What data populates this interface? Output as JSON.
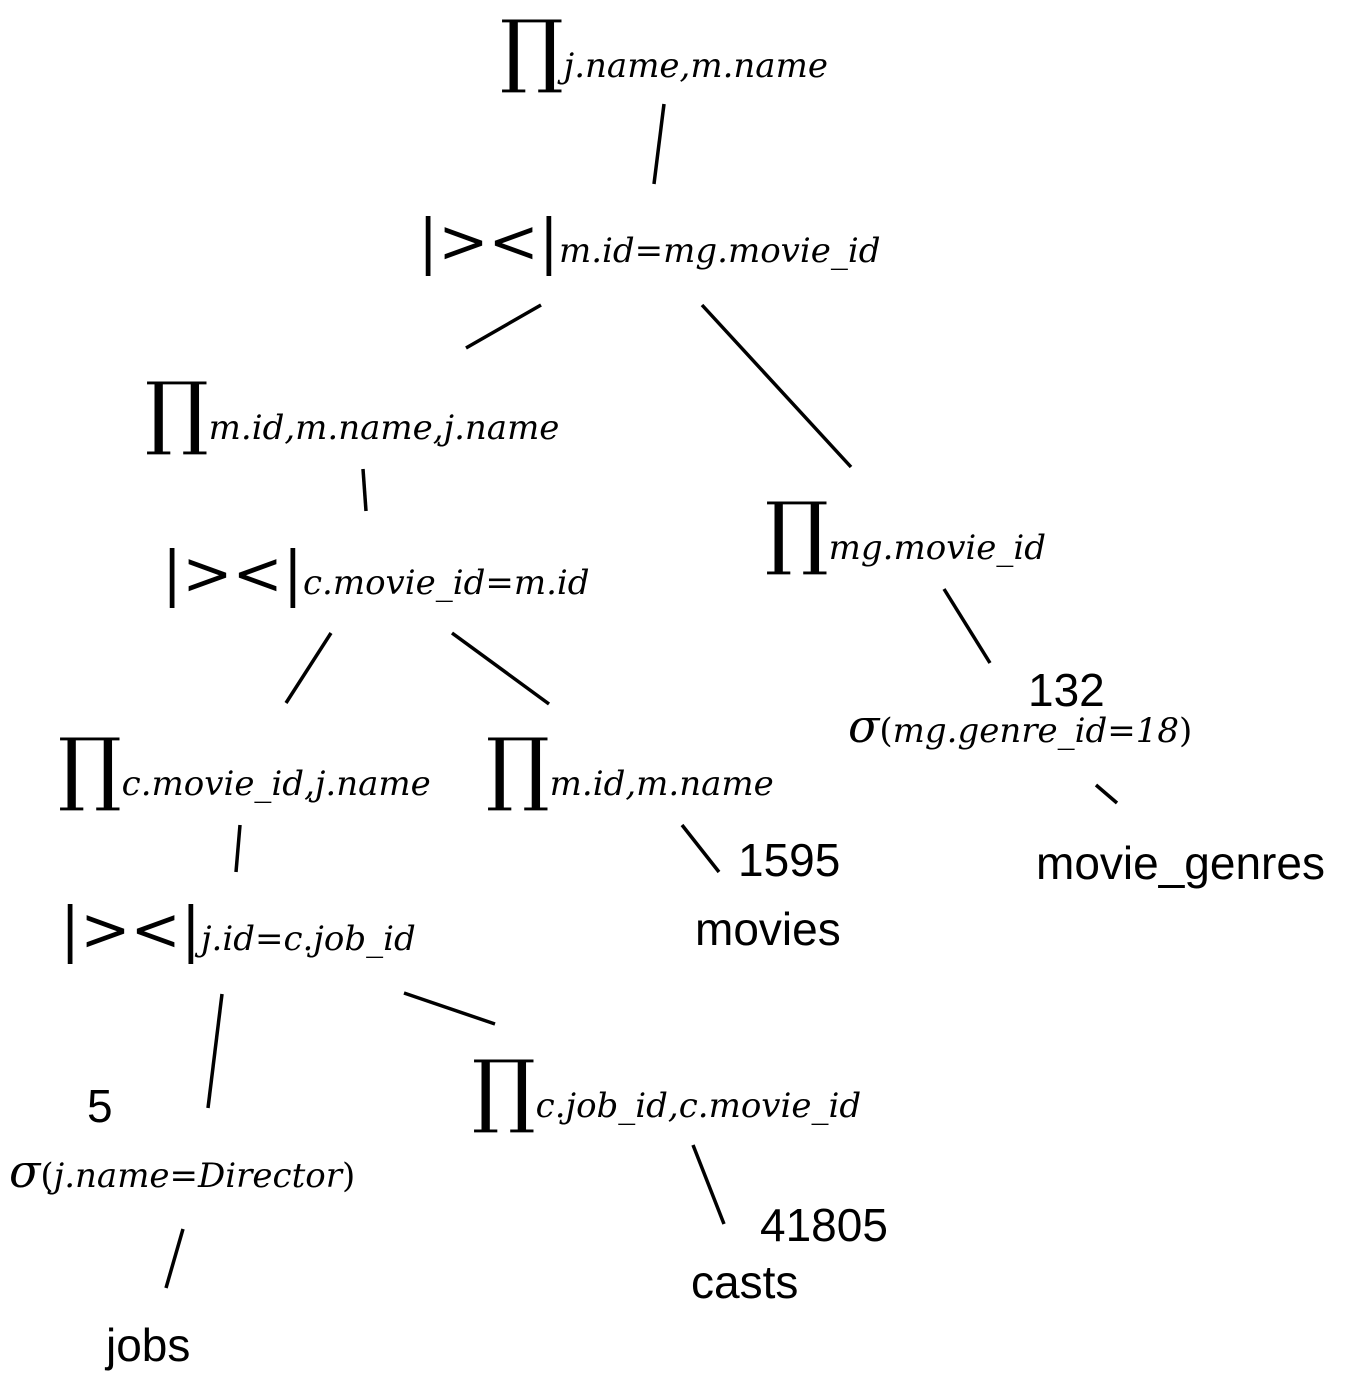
{
  "operators": {
    "project": "∏",
    "join": "|><|",
    "select": "σ"
  },
  "nodes": {
    "root_project": "j.name,m.name",
    "top_join": "m.id=mg.movie_id",
    "left_project": "m.id,m.name,j.name",
    "right_project": "mg.movie_id",
    "mid_join": "c.movie_id=m.id",
    "genre_select": "mg.genre_id=18",
    "casts_jobs_project": "c.movie_id,j.name",
    "movies_project": "m.id,m.name",
    "bottom_join": "j.id=c.job_id",
    "job_select": "j.name=Director",
    "casts_project": "c.job_id,c.movie_id"
  },
  "relations": {
    "movies": {
      "name": "movies",
      "count": "1595"
    },
    "movie_genres": {
      "name": "movie_genres",
      "count": "132"
    },
    "jobs": {
      "name": "jobs",
      "count": "5"
    },
    "casts": {
      "name": "casts",
      "count": "41805"
    }
  }
}
